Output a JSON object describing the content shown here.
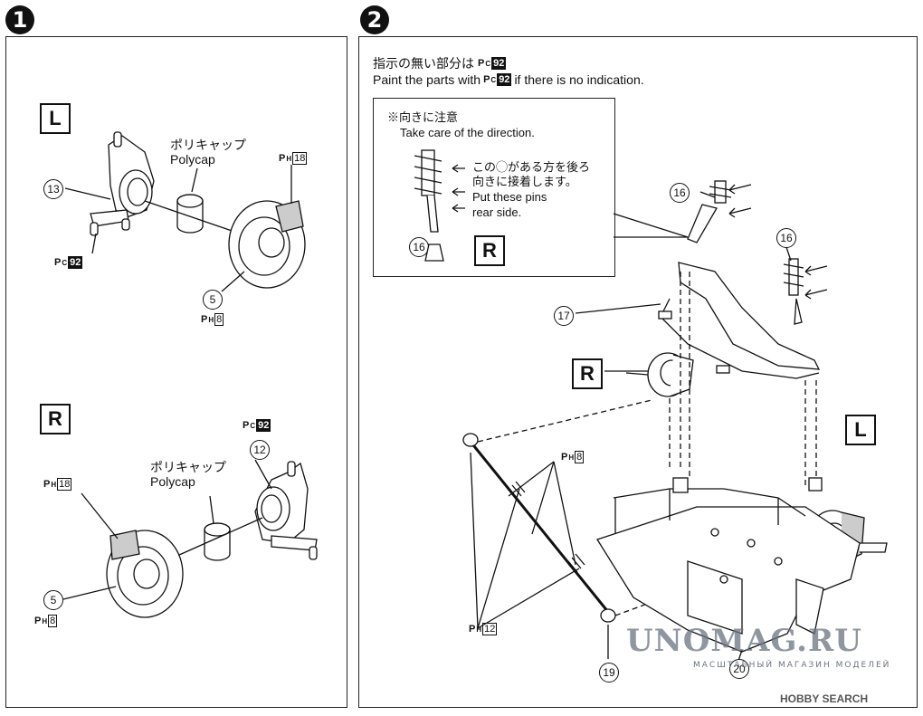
{
  "step1": {
    "badge": "1",
    "left": {
      "box": "L",
      "polycap_jp": "ポリキャップ",
      "polycap_en": "Polycap",
      "part_knuckle": "13",
      "part_disc": "5",
      "paint_knuckle": {
        "prefix": "P",
        "sub": "C",
        "num": "92"
      },
      "paint_disc": {
        "prefix": "P",
        "sub": "H",
        "num": "8"
      },
      "paint_caliper": {
        "prefix": "P",
        "sub": "H",
        "num": "18"
      }
    },
    "right": {
      "box": "R",
      "polycap_jp": "ポリキャップ",
      "polycap_en": "Polycap",
      "part_knuckle": "12",
      "part_disc": "5",
      "paint_knuckle": {
        "prefix": "P",
        "sub": "C",
        "num": "92"
      },
      "paint_disc": {
        "prefix": "P",
        "sub": "H",
        "num": "8"
      },
      "paint_caliper": {
        "prefix": "P",
        "sub": "H",
        "num": "18"
      }
    }
  },
  "step2": {
    "badge": "2",
    "note_jp": "指示の無い部分は",
    "note_paint": {
      "prefix": "P",
      "sub": "C",
      "num": "92"
    },
    "note_en_1": "Paint the parts with",
    "note_en_2": "if there is no indication.",
    "callout": {
      "title_jp": "※向きに注意",
      "title_en": "Take care of the direction.",
      "line1_jp": "この◯がある方を後ろ",
      "line2_jp": "向きに接着します。",
      "line1_en": "Put these pins",
      "line2_en": "rear side.",
      "part": "16",
      "box": "R"
    },
    "parts": {
      "shock_left": "16",
      "shock_right": "16",
      "upper_arm": "17",
      "tie_rod": "19",
      "chassis": "20"
    },
    "box_r": "R",
    "box_l": "L",
    "paint_rod_top": {
      "prefix": "P",
      "sub": "H",
      "num": "8"
    },
    "paint_rod_bottom": {
      "prefix": "P",
      "sub": "H",
      "num": "12"
    }
  },
  "watermark": {
    "main": "UNOMAG.RU",
    "sub": "МАСШТАБНЫЙ МАГАЗИН МОДЕЛЕЙ",
    "brand": "HOBBY SEARCH"
  }
}
